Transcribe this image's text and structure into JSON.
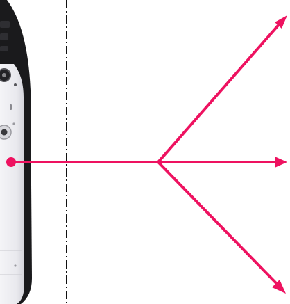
{
  "colors": {
    "arrow": "#ee1260",
    "divider": "#111111",
    "device_body": "#1a1a1c",
    "device_panel": "#eeeef2",
    "background": "#ffffff"
  },
  "divider": {
    "style": "dash-dot"
  },
  "arrows": [
    {
      "id": "upper-right",
      "direction": "up-right"
    },
    {
      "id": "right",
      "direction": "right"
    },
    {
      "id": "lower-right",
      "direction": "down-right"
    }
  ],
  "device": {
    "icon": "equipment-unit-icon"
  }
}
